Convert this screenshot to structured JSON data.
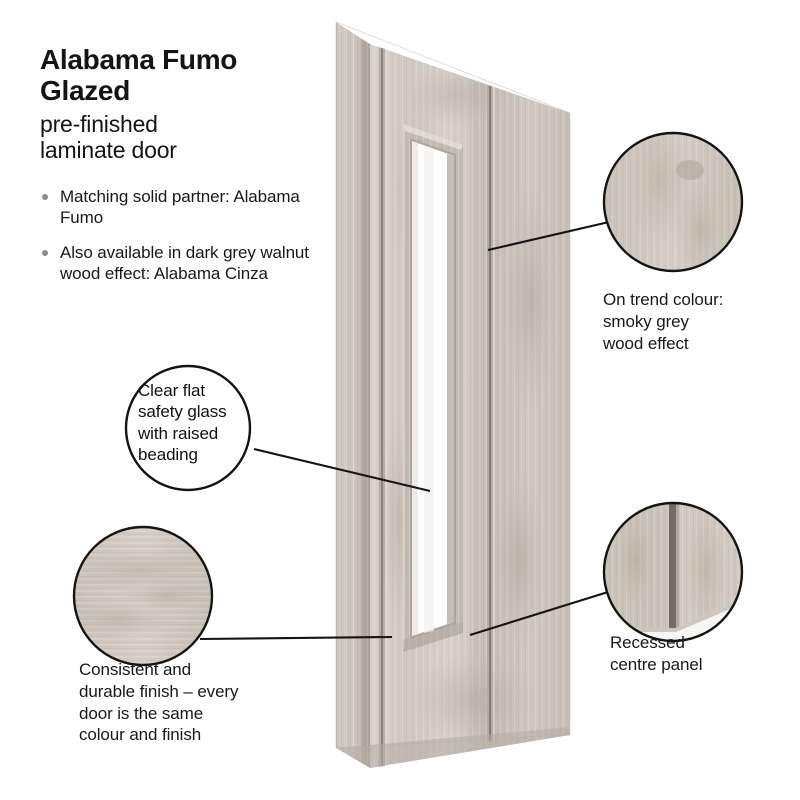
{
  "product": {
    "title_line1": "Alabama Fumo",
    "title_line2": "Glazed",
    "subtitle_line1": "pre-finished",
    "subtitle_line2": "laminate door"
  },
  "features": [
    {
      "text": "Matching solid partner:\nAlabama Fumo"
    },
    {
      "text": "Also available in dark grey\nwalnut wood effect:\nAlabama Cinza"
    }
  ],
  "callouts": {
    "colour": {
      "caption": "On trend colour:\nsmoky grey\nwood effect",
      "swatch_type": "wood-texture-vertical"
    },
    "glass": {
      "caption": "Clear flat\nsafety glass\nwith raised\nbeading",
      "swatch_type": "text-only"
    },
    "finish": {
      "caption": "Consistent and\ndurable finish – every\ndoor is the same\ncolour and finish",
      "swatch_type": "wood-texture-horizontal"
    },
    "recessed": {
      "caption": "Recessed\ncentre panel",
      "swatch_type": "groove-detail"
    }
  },
  "colors": {
    "wood_light": "#d8d2cb",
    "wood_mid": "#c8c0b7",
    "wood_dark": "#a89e93",
    "wood_edge": "#cfc9c1",
    "glass": "#fdfdfd",
    "beading": "#b3aba1",
    "groove_shadow": "#6e6a64",
    "line": "#141414",
    "bullet_dot": "#8d8d8d",
    "text": "#191919"
  },
  "door": {
    "panel_label": "glazed-vision-panel",
    "style": "flush laminate door with vertical grooves and single glazed light"
  }
}
